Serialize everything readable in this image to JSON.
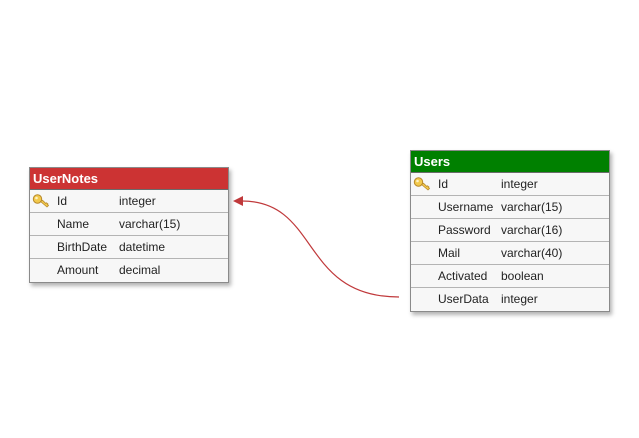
{
  "tables": [
    {
      "title": "UserNotes",
      "header_color": "#cc3333",
      "columns": [
        {
          "name": "Id",
          "type": "integer",
          "primary_key": true
        },
        {
          "name": "Name",
          "type": "varchar(15)",
          "primary_key": false
        },
        {
          "name": "BirthDate",
          "type": "datetime",
          "primary_key": false
        },
        {
          "name": "Amount",
          "type": "decimal",
          "primary_key": false
        }
      ]
    },
    {
      "title": "Users",
      "header_color": "#008000",
      "columns": [
        {
          "name": "Id",
          "type": "integer",
          "primary_key": true
        },
        {
          "name": "Username",
          "type": "varchar(15)",
          "primary_key": false
        },
        {
          "name": "Password",
          "type": "varchar(16)",
          "primary_key": false
        },
        {
          "name": "Mail",
          "type": "varchar(40)",
          "primary_key": false
        },
        {
          "name": "Activated",
          "type": "boolean",
          "primary_key": false
        },
        {
          "name": "UserData",
          "type": "integer",
          "primary_key": false
        }
      ]
    }
  ],
  "relationship": {
    "from_table": "Users",
    "from_column": "UserData",
    "to_table": "UserNotes",
    "to_column": "Id",
    "color": "#c0393b"
  },
  "icons": {
    "primary_key": "key-icon"
  }
}
